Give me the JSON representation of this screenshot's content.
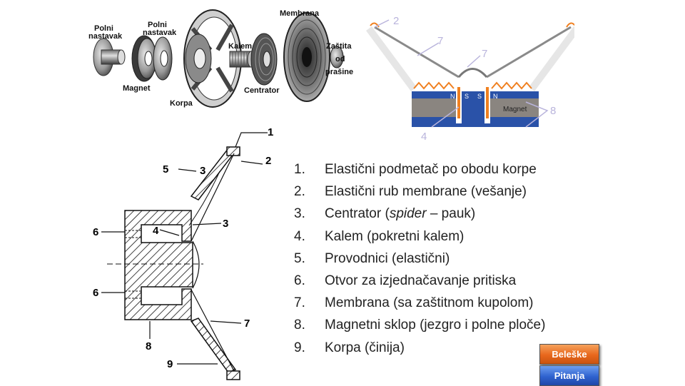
{
  "exploded_view": {
    "labels": {
      "pole_piece_1": "Polni\nnastavak",
      "pole_piece_2": "Polni\nnastavak",
      "magnet": "Magnet",
      "basket": "Korpa",
      "coil": "Kalem",
      "centrator": "Centrator",
      "membrane": "Membrana",
      "dust_cap": "Zaštita\nod\nprašine"
    }
  },
  "cross_section_color": {
    "callouts": [
      "2",
      "7",
      "7",
      "4",
      "8"
    ],
    "poles": [
      "N",
      "S",
      "S",
      "N"
    ],
    "magnet_label": "Magnet",
    "colors": {
      "callout": "#b9b4dc",
      "suspension": "#f0a030",
      "magnet_blue": "#2a52a8",
      "magnet_gray": "#8a8580",
      "orange_stroke": "#f08020"
    }
  },
  "technical_drawing": {
    "callouts": [
      "1",
      "2",
      "5",
      "3",
      "3",
      "6",
      "4",
      "6",
      "7",
      "8",
      "9"
    ]
  },
  "parts_list": [
    {
      "num": "1.",
      "text": "Elastični podmetač po obodu korpe"
    },
    {
      "num": "2.",
      "text": "Elastični rub membrane (vešanje)"
    },
    {
      "num": "3.",
      "text_before": "Centrator (",
      "text_italic": "spider",
      "text_after": " – pauk)"
    },
    {
      "num": "4.",
      "text": "Kalem (pokretni kalem)"
    },
    {
      "num": "5.",
      "text": "Provodnici (elastični)"
    },
    {
      "num": "6.",
      "text": "Otvor za izjednačavanje pritiska"
    },
    {
      "num": "7.",
      "text": "Membrana (sa zaštitnom kupolom)"
    },
    {
      "num": "8.",
      "text": "Magnetni sklop (jezgro i polne ploče)"
    },
    {
      "num": "9.",
      "text": "Korpa (činija)"
    }
  ],
  "buttons": {
    "notes": "Beleške",
    "questions": "Pitanja"
  }
}
